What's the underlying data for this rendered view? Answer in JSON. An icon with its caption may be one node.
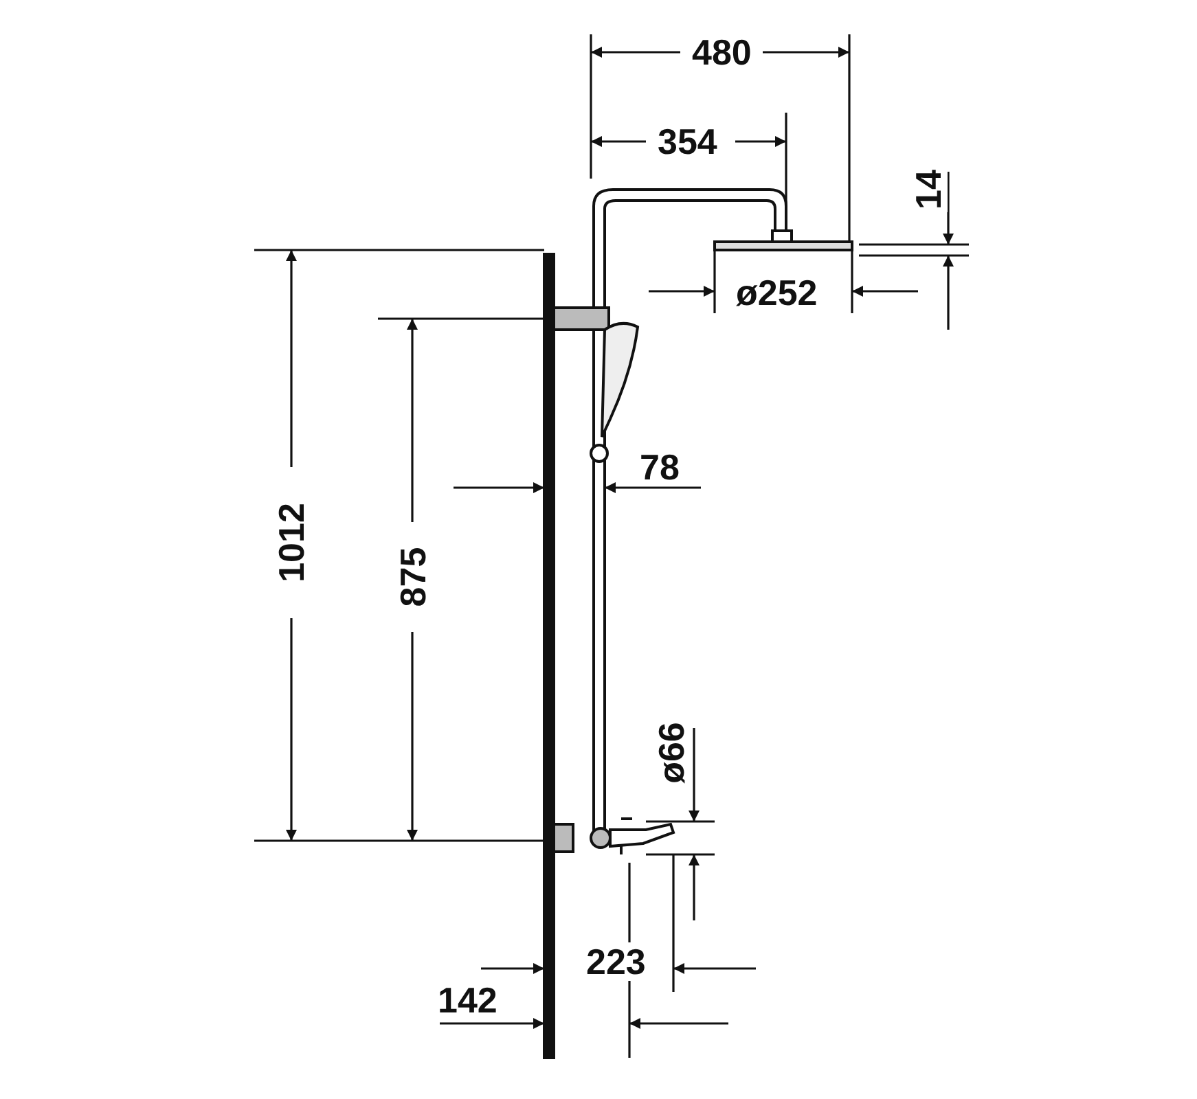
{
  "diagram": {
    "labels": [
      "480",
      "354",
      "14",
      "ø252",
      "78",
      "1012",
      "875",
      "ø66",
      "223",
      "142"
    ]
  }
}
